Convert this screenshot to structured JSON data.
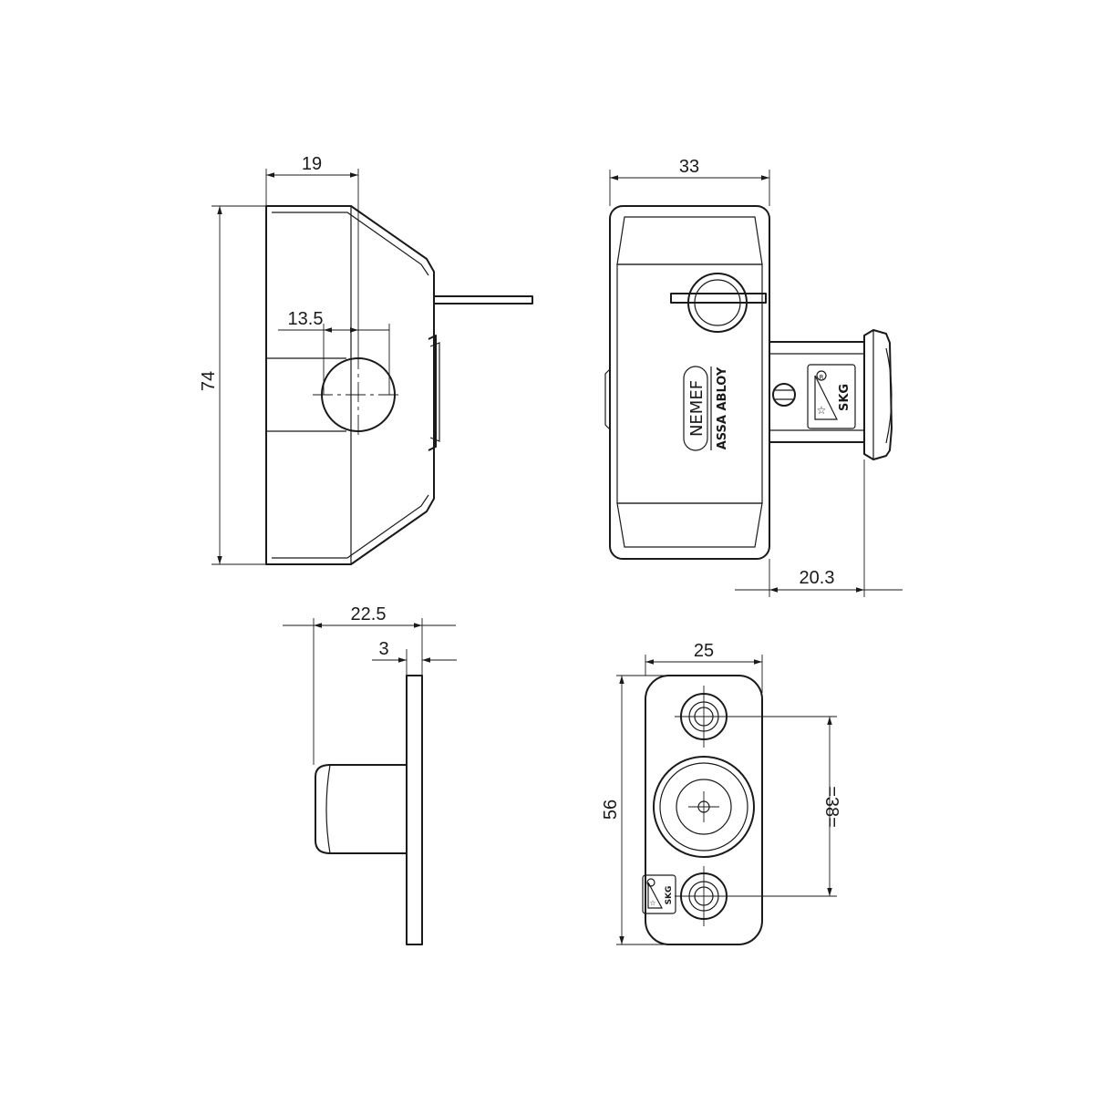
{
  "dimensions": {
    "side_width": "19",
    "height": "74",
    "hole_offset": "13.5",
    "front_width": "33",
    "knob_projection": "20.3",
    "keeper_depth": "22.5",
    "plate_thickness": "3",
    "plate_width": "25",
    "plate_height": "56",
    "hole_spacing": "=38="
  },
  "markings": {
    "brand": "NEMEF",
    "group": "ASSA ABLOY",
    "cert": "SKG",
    "reg_mark": "R"
  },
  "colors": {
    "line": "#1a1a1a",
    "background": "#ffffff"
  }
}
